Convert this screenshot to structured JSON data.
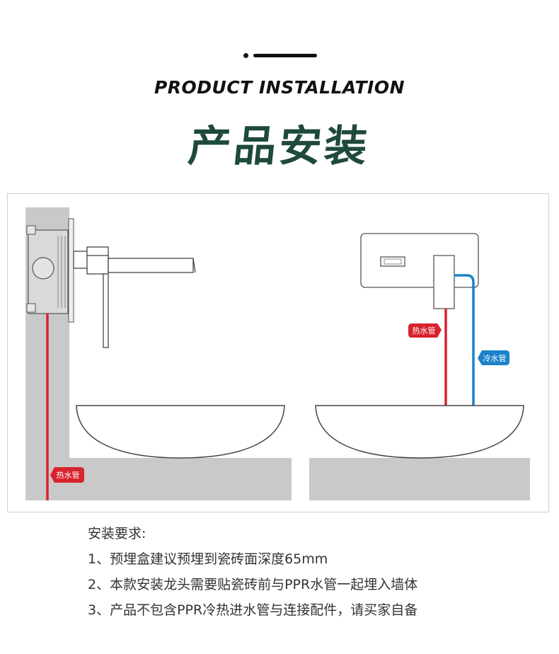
{
  "header": {
    "title_en": "PRODUCT INSTALLATION",
    "title_cn": "产品安装"
  },
  "diagram": {
    "left_label": "热水管",
    "right_hot_label": "热水管",
    "right_cold_label": "冷水管"
  },
  "colors": {
    "title_cn": "#1e4a3a",
    "hot_pipe": "#d7232e",
    "cold_pipe": "#1b82c9",
    "wall": "#c9c9c9",
    "panel_border": "#cfcfcf"
  },
  "requirements": {
    "heading": "安装要求:",
    "items": [
      "1、预埋盒建议预埋到瓷砖面深度65mm",
      "2、本款安装龙头需要贴瓷砖前与PPR水管一起埋入墙体",
      "3、产品不包含PPR冷热进水管与连接配件，请买家自备"
    ]
  }
}
